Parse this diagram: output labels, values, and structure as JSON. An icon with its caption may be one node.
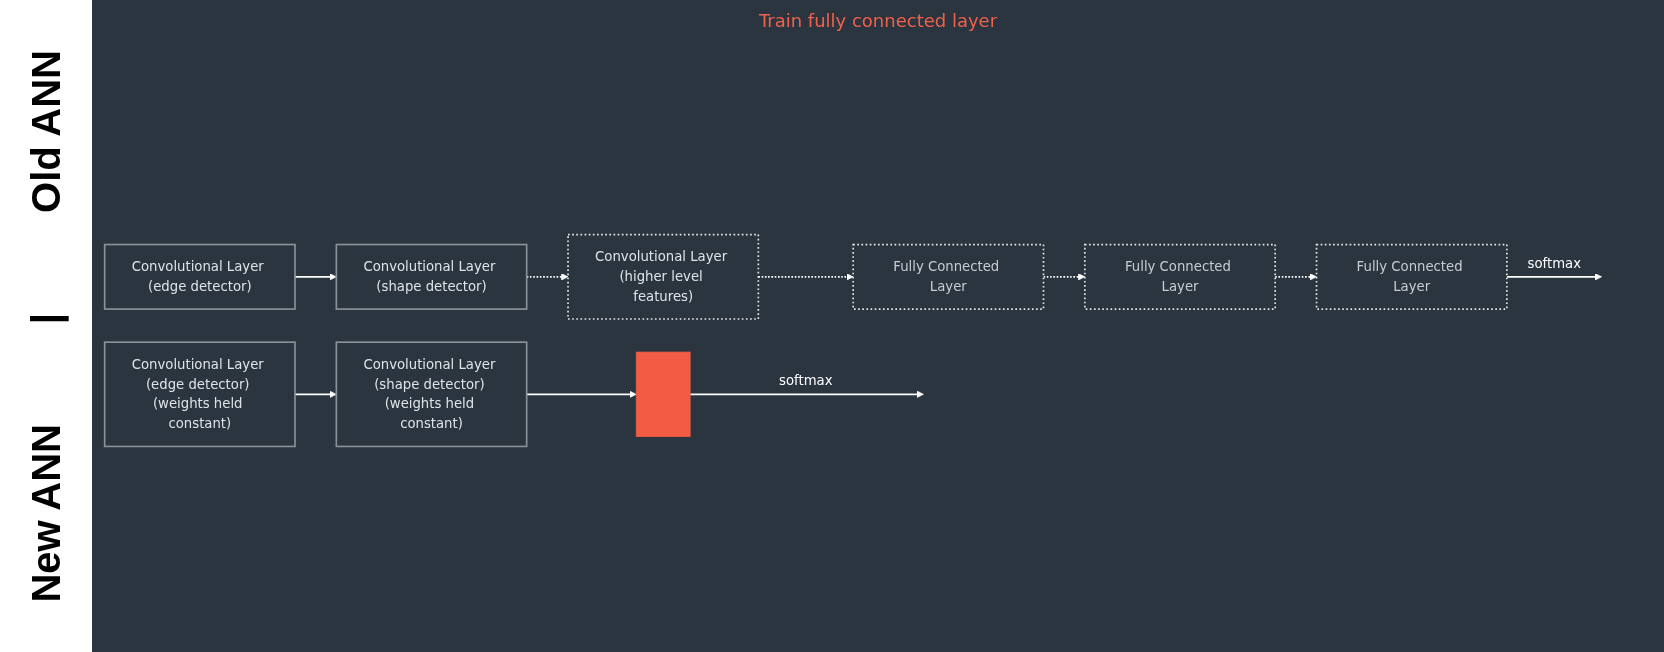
{
  "diagram": {
    "nodes": [
      {
        "text": [
          "Convolutional Layer (edge detector)"
        ]
      },
      {
        "text": [
          "Convolutional Layer (shape detector)"
        ]
      },
      {
        "text": [
          "Convolutional Layer (higher level features)"
        ]
      },
      {
        "text": [
          "Fully Connected Layer"
        ]
      },
      {
        "text": [
          "Fully Connected Layer"
        ]
      },
      {
        "text": [
          "Fully Connected Layer"
        ]
      },
      {
        "text": [
          "Convolutional Layer (edge detector) (weights held constant)"
        ]
      },
      {
        "text": [
          "Convolutional Layer (shape detector) (weights held constant)"
        ]
      },
      {
        "text": [],
        "shape": "bar"
      }
    ],
    "edges": [
      {
        "from": 0,
        "to": 1,
        "arrow": "to"
      },
      {
        "from": 1,
        "to": 2,
        "arrow": "to",
        "style": "dashed"
      },
      {
        "from": 2,
        "to": 3,
        "arrow": "to",
        "style": "dashed"
      },
      {
        "from": 3,
        "to": 4,
        "arrow": "to",
        "style": "dashed"
      },
      {
        "from": 4,
        "to": 5,
        "arrow": "to",
        "style": "dashed"
      },
      {
        "from": 5,
        "to": null,
        "arrow": "to",
        "label": "softmax"
      },
      {
        "from": 6,
        "to": 7,
        "arrow": "to"
      },
      {
        "from": 7,
        "to": 8,
        "arrow": "to"
      },
      {
        "from": 8,
        "to": null,
        "arrow": "to",
        "label": "softmax"
      }
    ],
    "labels": [
      "Old ANN",
      "|",
      "New ANN",
      "Train fully connected layer"
    ]
  }
}
